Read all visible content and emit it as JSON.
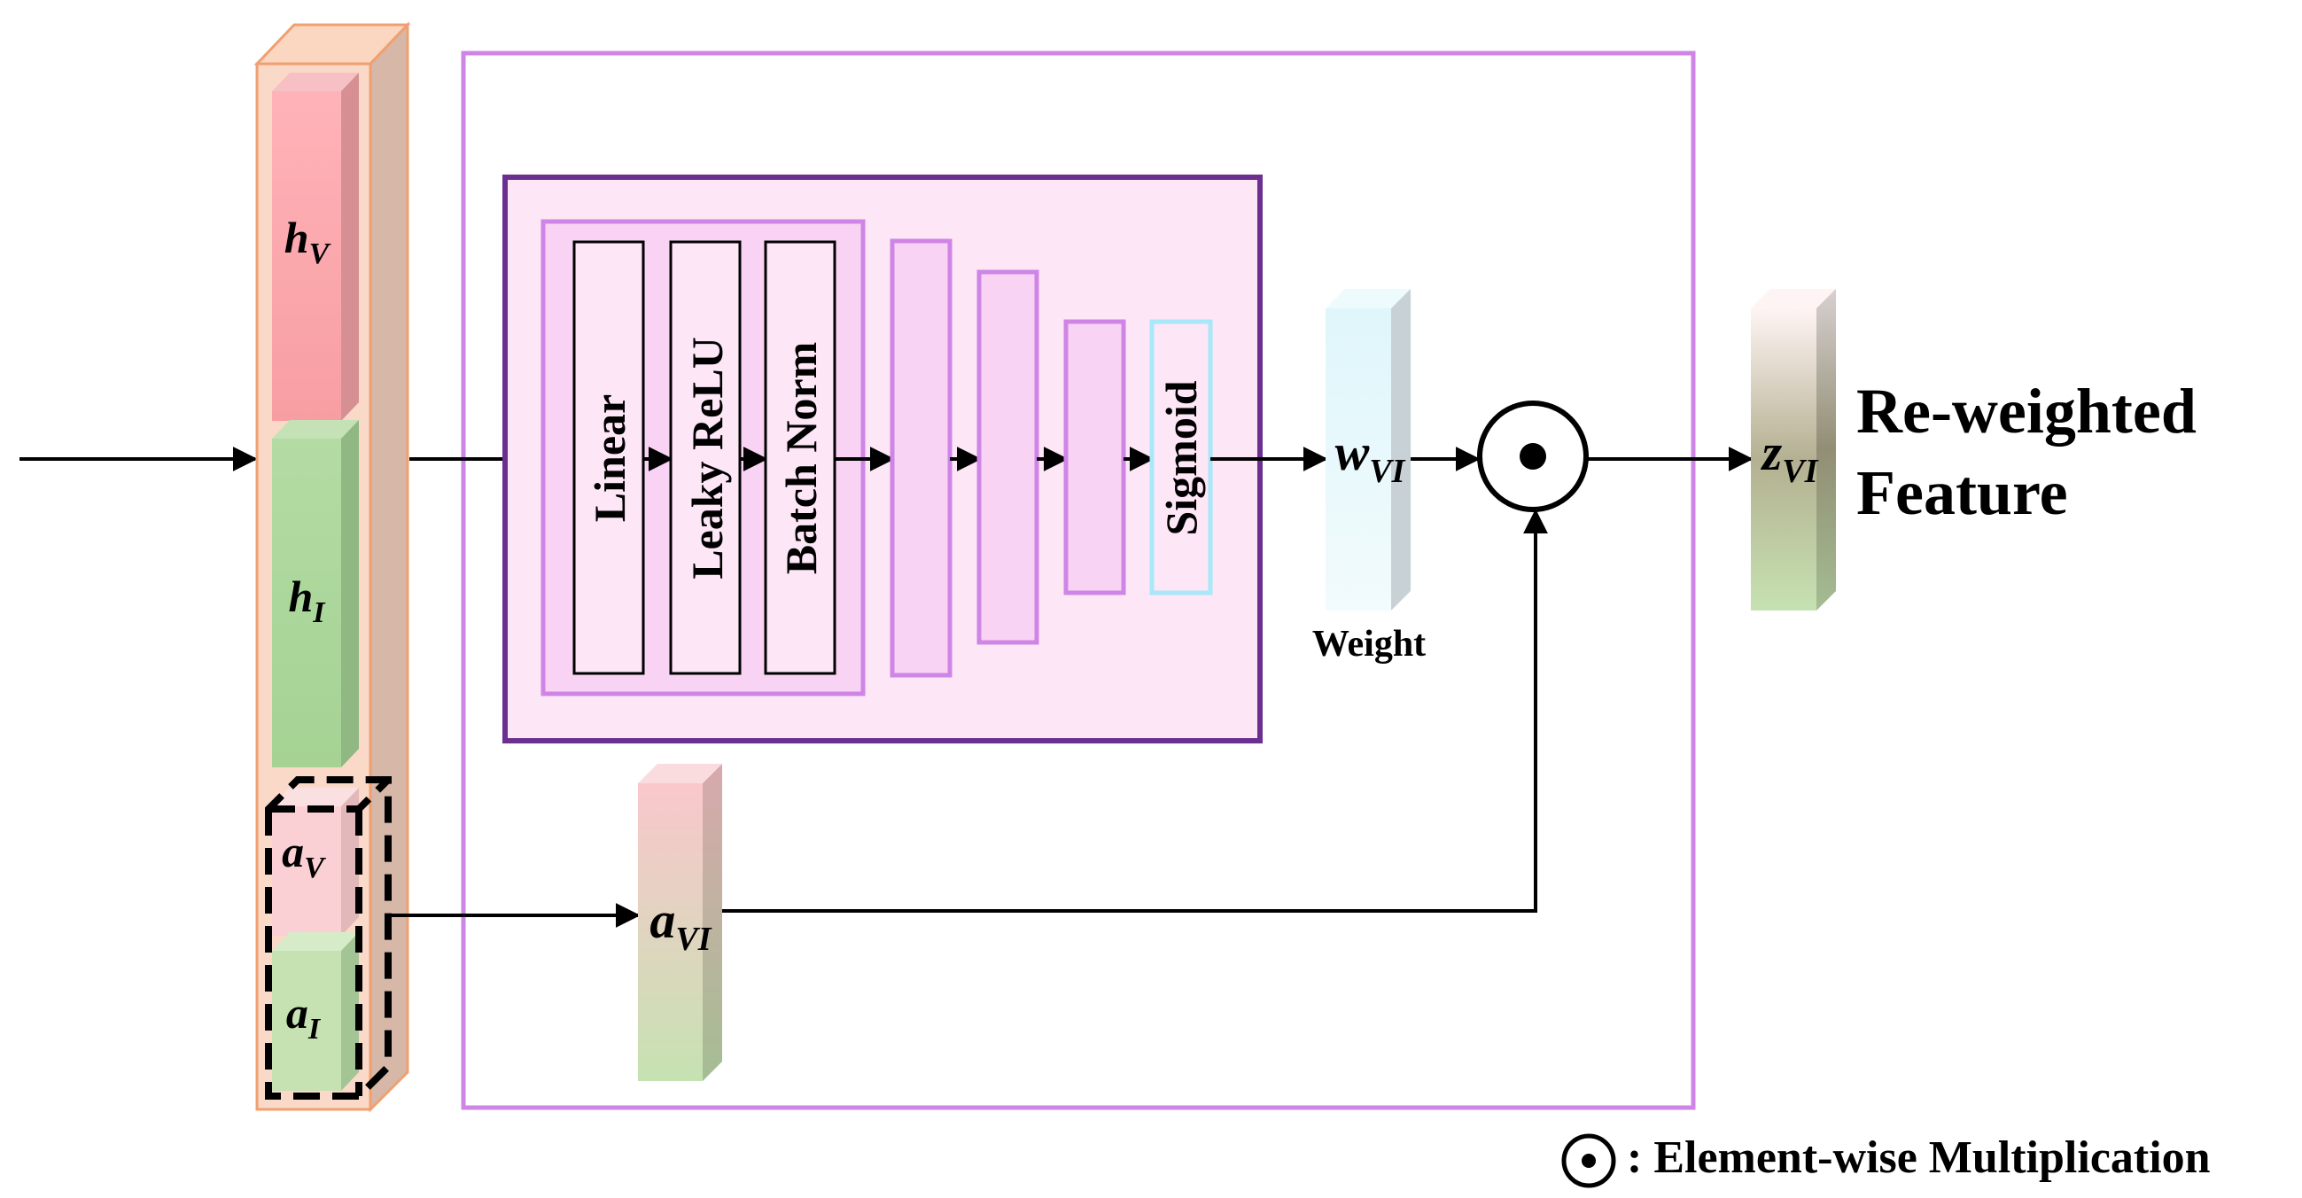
{
  "layers": [
    {
      "key": "linear",
      "label": "Linear"
    },
    {
      "key": "leaky",
      "label": "Leaky ReLU"
    },
    {
      "key": "batchnorm",
      "label": "Batch Norm"
    },
    {
      "key": "sigmoid",
      "label": "Sigmoid"
    }
  ],
  "features": {
    "hv": {
      "base": "h",
      "sub": "V"
    },
    "hi": {
      "base": "h",
      "sub": "I"
    },
    "av": {
      "base": "a",
      "sub": "V"
    },
    "ai": {
      "base": "a",
      "sub": "I"
    },
    "avi": {
      "base": "a",
      "sub": "VI"
    },
    "wvi": {
      "base": "w",
      "sub": "VI"
    },
    "zvi": {
      "base": "z",
      "sub": "VI"
    }
  },
  "weight_label": "Weight",
  "output_label": {
    "line1": "Re-weighted",
    "line2": "Feature"
  },
  "legend": {
    "symbol": "⊙",
    "text": ": Element-wise Multiplication"
  },
  "colors": {
    "outer_stack": "#f0a070",
    "module_border": "#cf85e6",
    "inner_block_border": "#6a2f8f",
    "mlp_fill": "#fde6f6",
    "sigmoid_border": "#a8e8f8"
  }
}
